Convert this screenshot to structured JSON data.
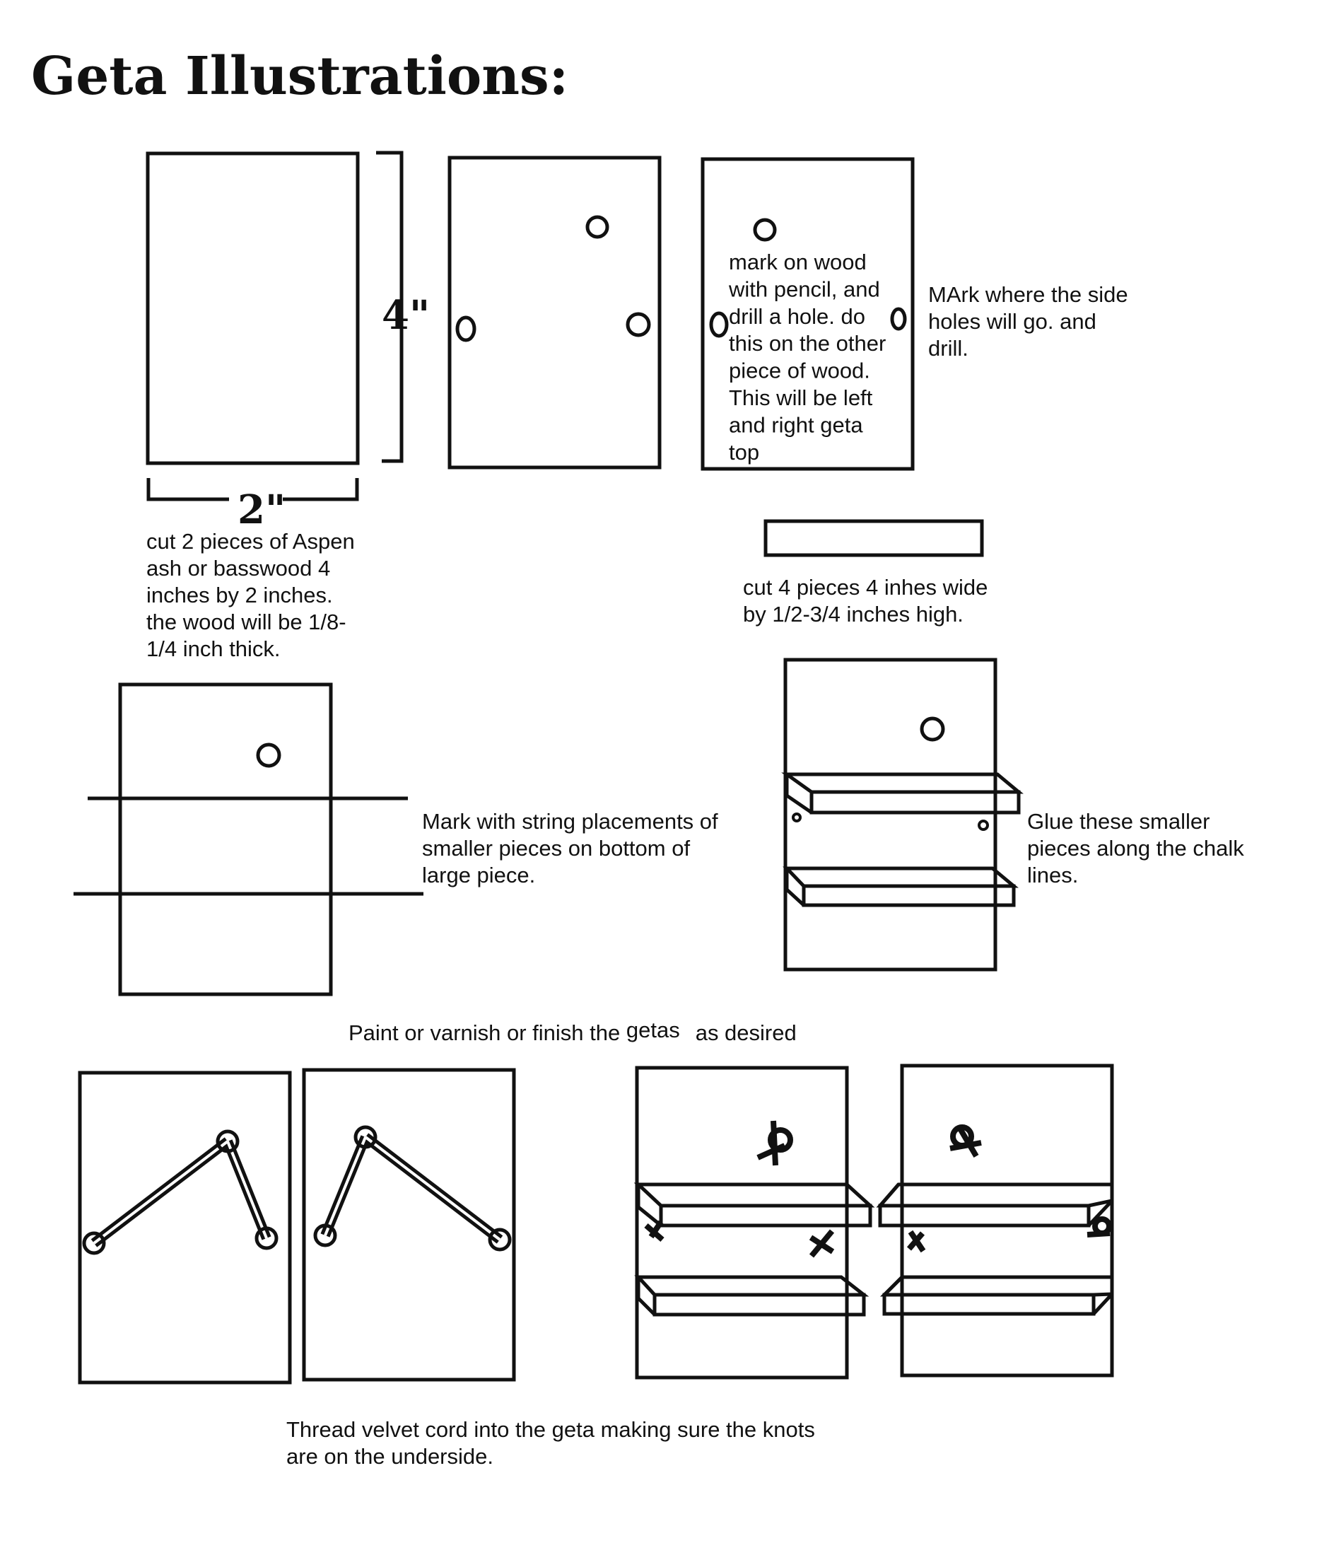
{
  "title": "Geta Illustrations:",
  "dimensions": {
    "height": "4\"",
    "width": "2\""
  },
  "notes": {
    "cut_large": [
      "cut 2 pieces of Aspen",
      "ash or basswood 4",
      "inches by 2 inches.",
      "the wood will be 1/8-",
      "1/4 inch thick."
    ],
    "mark_drill": [
      "mark on wood",
      "with pencil, and",
      "drill a hole. do",
      "this on the other",
      "piece of wood.",
      "This will be left",
      "and right geta",
      "top"
    ],
    "side_holes": [
      "MArk where the side",
      "holes will go. and",
      "drill."
    ],
    "cut_small": [
      "cut 4 pieces 4 inhes wide",
      "by 1/2-3/4 inches high."
    ],
    "string_marks": [
      "Mark with string placements of",
      "smaller pieces on bottom of",
      "large piece."
    ],
    "glue": [
      "Glue these smaller",
      "pieces along the chalk",
      "lines."
    ],
    "finish": {
      "before": "Paint or varnish or finish the ",
      "word": "getas",
      "after": "as desired"
    },
    "thread": [
      "Thread velvet cord into the geta making sure the knots",
      "are on the underside."
    ]
  },
  "colors": {
    "ink": "#111111",
    "background": "#ffffff"
  }
}
